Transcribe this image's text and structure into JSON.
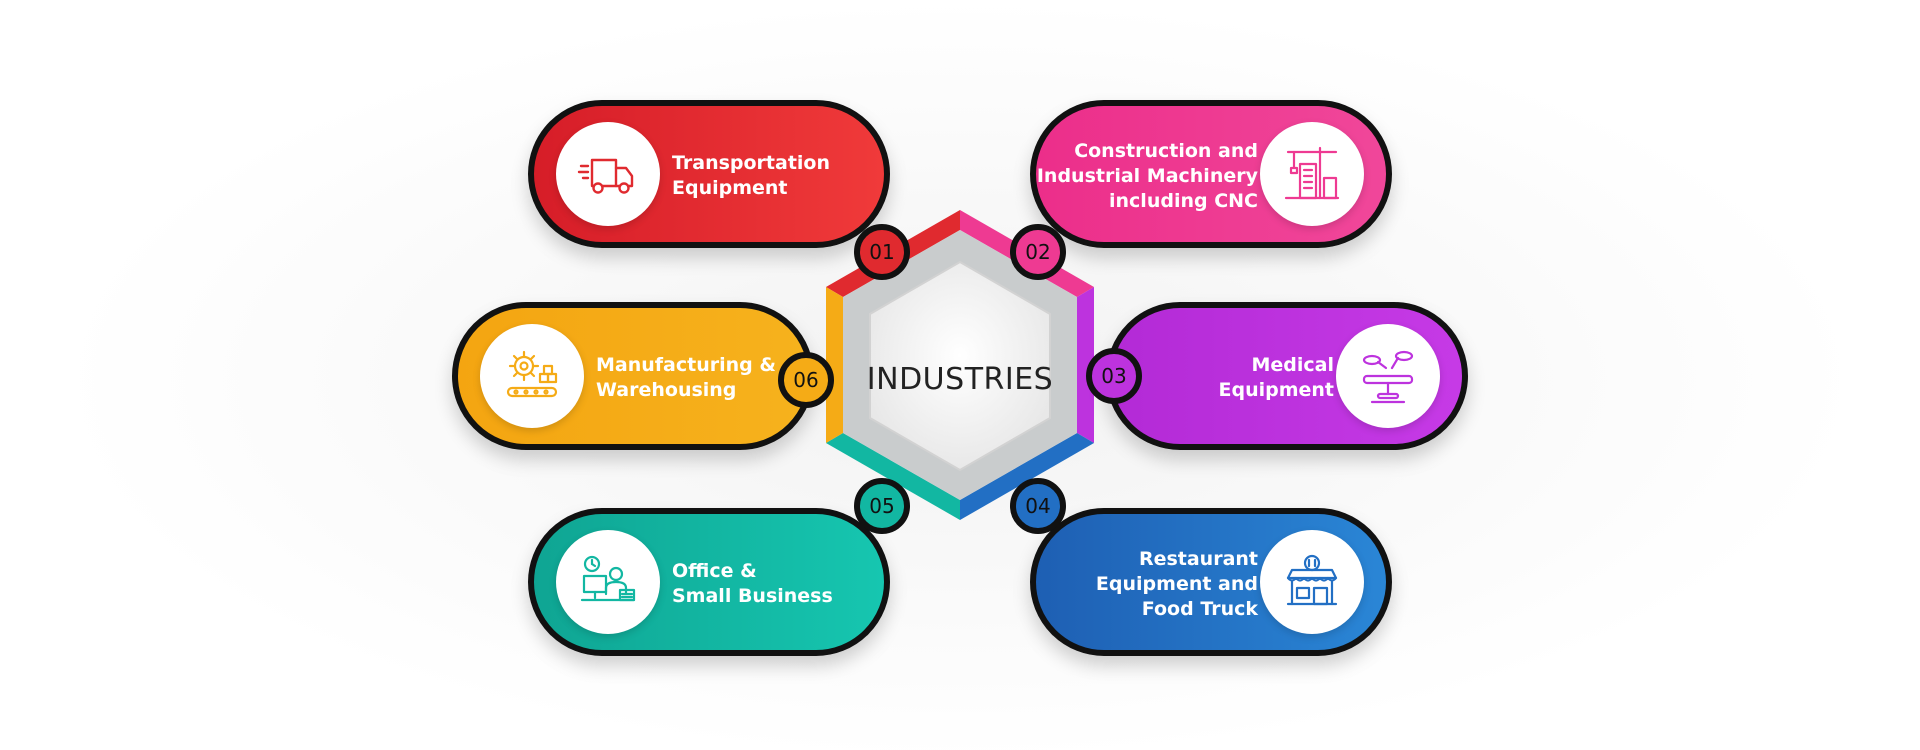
{
  "center": {
    "title": "INDUSTRIES"
  },
  "colors": {
    "red": "#e02a2f",
    "pink": "#ee3a92",
    "purple": "#bd33de",
    "blue": "#226fc4",
    "teal": "#12b7a2",
    "orange": "#f5ab16",
    "outline": "#111111",
    "hexagon": "#f2f2f2"
  },
  "items": [
    {
      "number": "01",
      "lines": [
        "Transportation",
        "Equipment"
      ],
      "icon": "truck-icon",
      "color": "red"
    },
    {
      "number": "02",
      "lines": [
        "Construction and",
        "Industrial Machinery",
        "including CNC"
      ],
      "icon": "crane-building-icon",
      "color": "pink"
    },
    {
      "number": "03",
      "lines": [
        "Medical",
        "Equipment"
      ],
      "icon": "surgical-table-icon",
      "color": "purple"
    },
    {
      "number": "04",
      "lines": [
        "Restaurant",
        "Equipment and",
        "Food Truck"
      ],
      "icon": "restaurant-store-icon",
      "color": "blue"
    },
    {
      "number": "05",
      "lines": [
        "Office &",
        "Small Business"
      ],
      "icon": "office-worker-icon",
      "color": "teal"
    },
    {
      "number": "06",
      "lines": [
        "Manufacturing &",
        "Warehousing"
      ],
      "icon": "gear-conveyor-icon",
      "color": "orange"
    }
  ]
}
